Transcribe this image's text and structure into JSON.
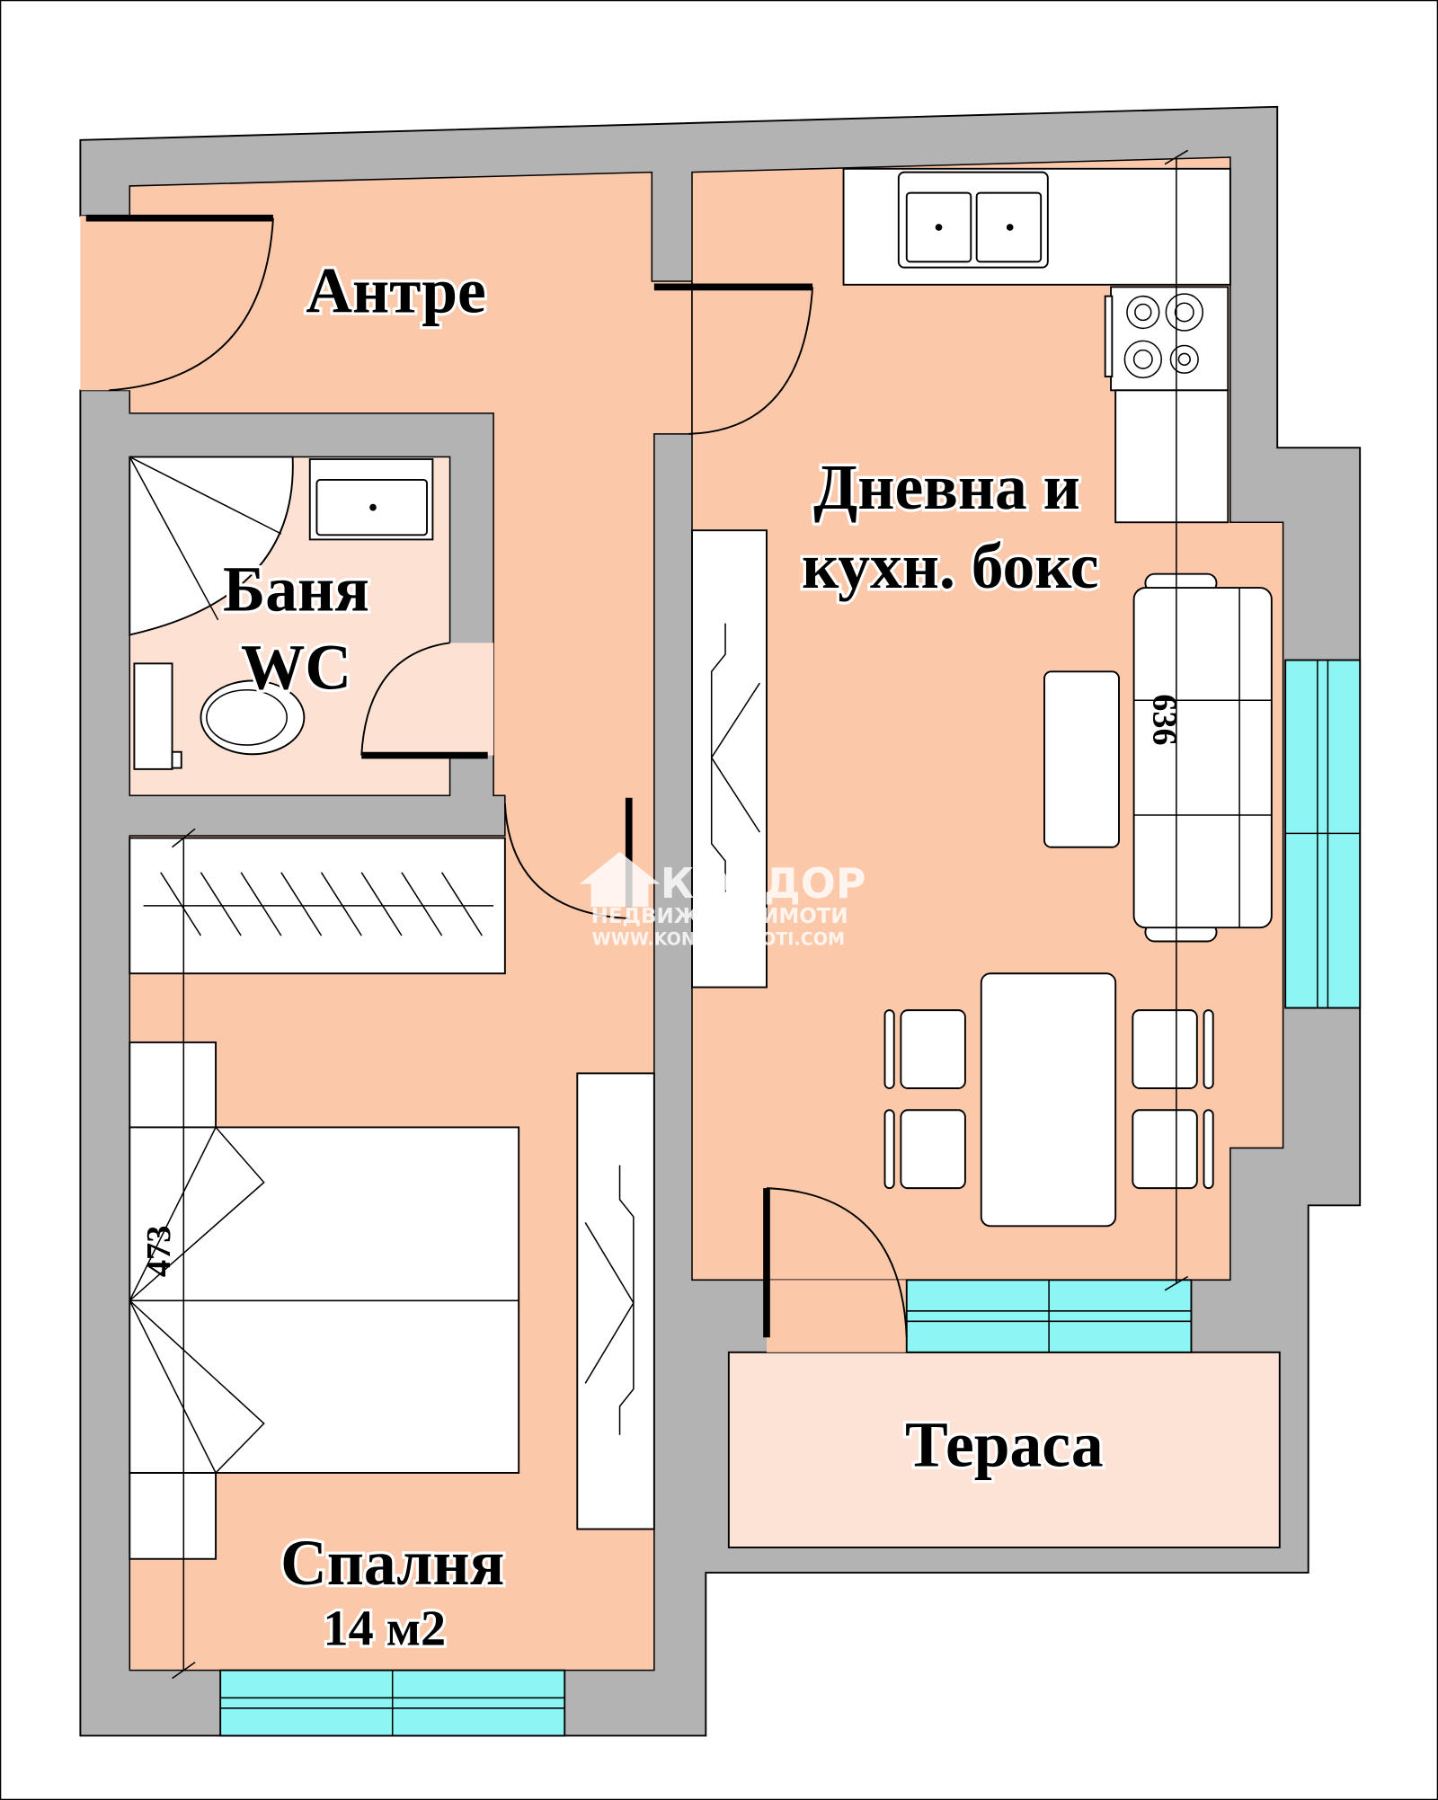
{
  "colors": {
    "wall": "#b3b3b3",
    "room": "#fcc8aa",
    "bathroom": "#fde2d4",
    "terrace": "#fde3d6",
    "window": "#8ef5f5",
    "furniture": "#ffffff"
  },
  "rooms": {
    "entrance": {
      "label": "Антре"
    },
    "bathroom": {
      "line1": "Баня",
      "line2": "WC"
    },
    "living": {
      "line1": "Дневна и",
      "line2": "кухн. бокс"
    },
    "terrace": {
      "label": "Тераса"
    },
    "bedroom": {
      "label": "Спалня",
      "area": "14 м2"
    }
  },
  "dimensions": {
    "bedroom_length": "473",
    "living_length": "636"
  },
  "watermark": {
    "brand": "КОНДОР",
    "tagline": "НЕДВИЖИМИ ИМОТИ",
    "website": "WWW.KONDORIMOTI.COM"
  }
}
